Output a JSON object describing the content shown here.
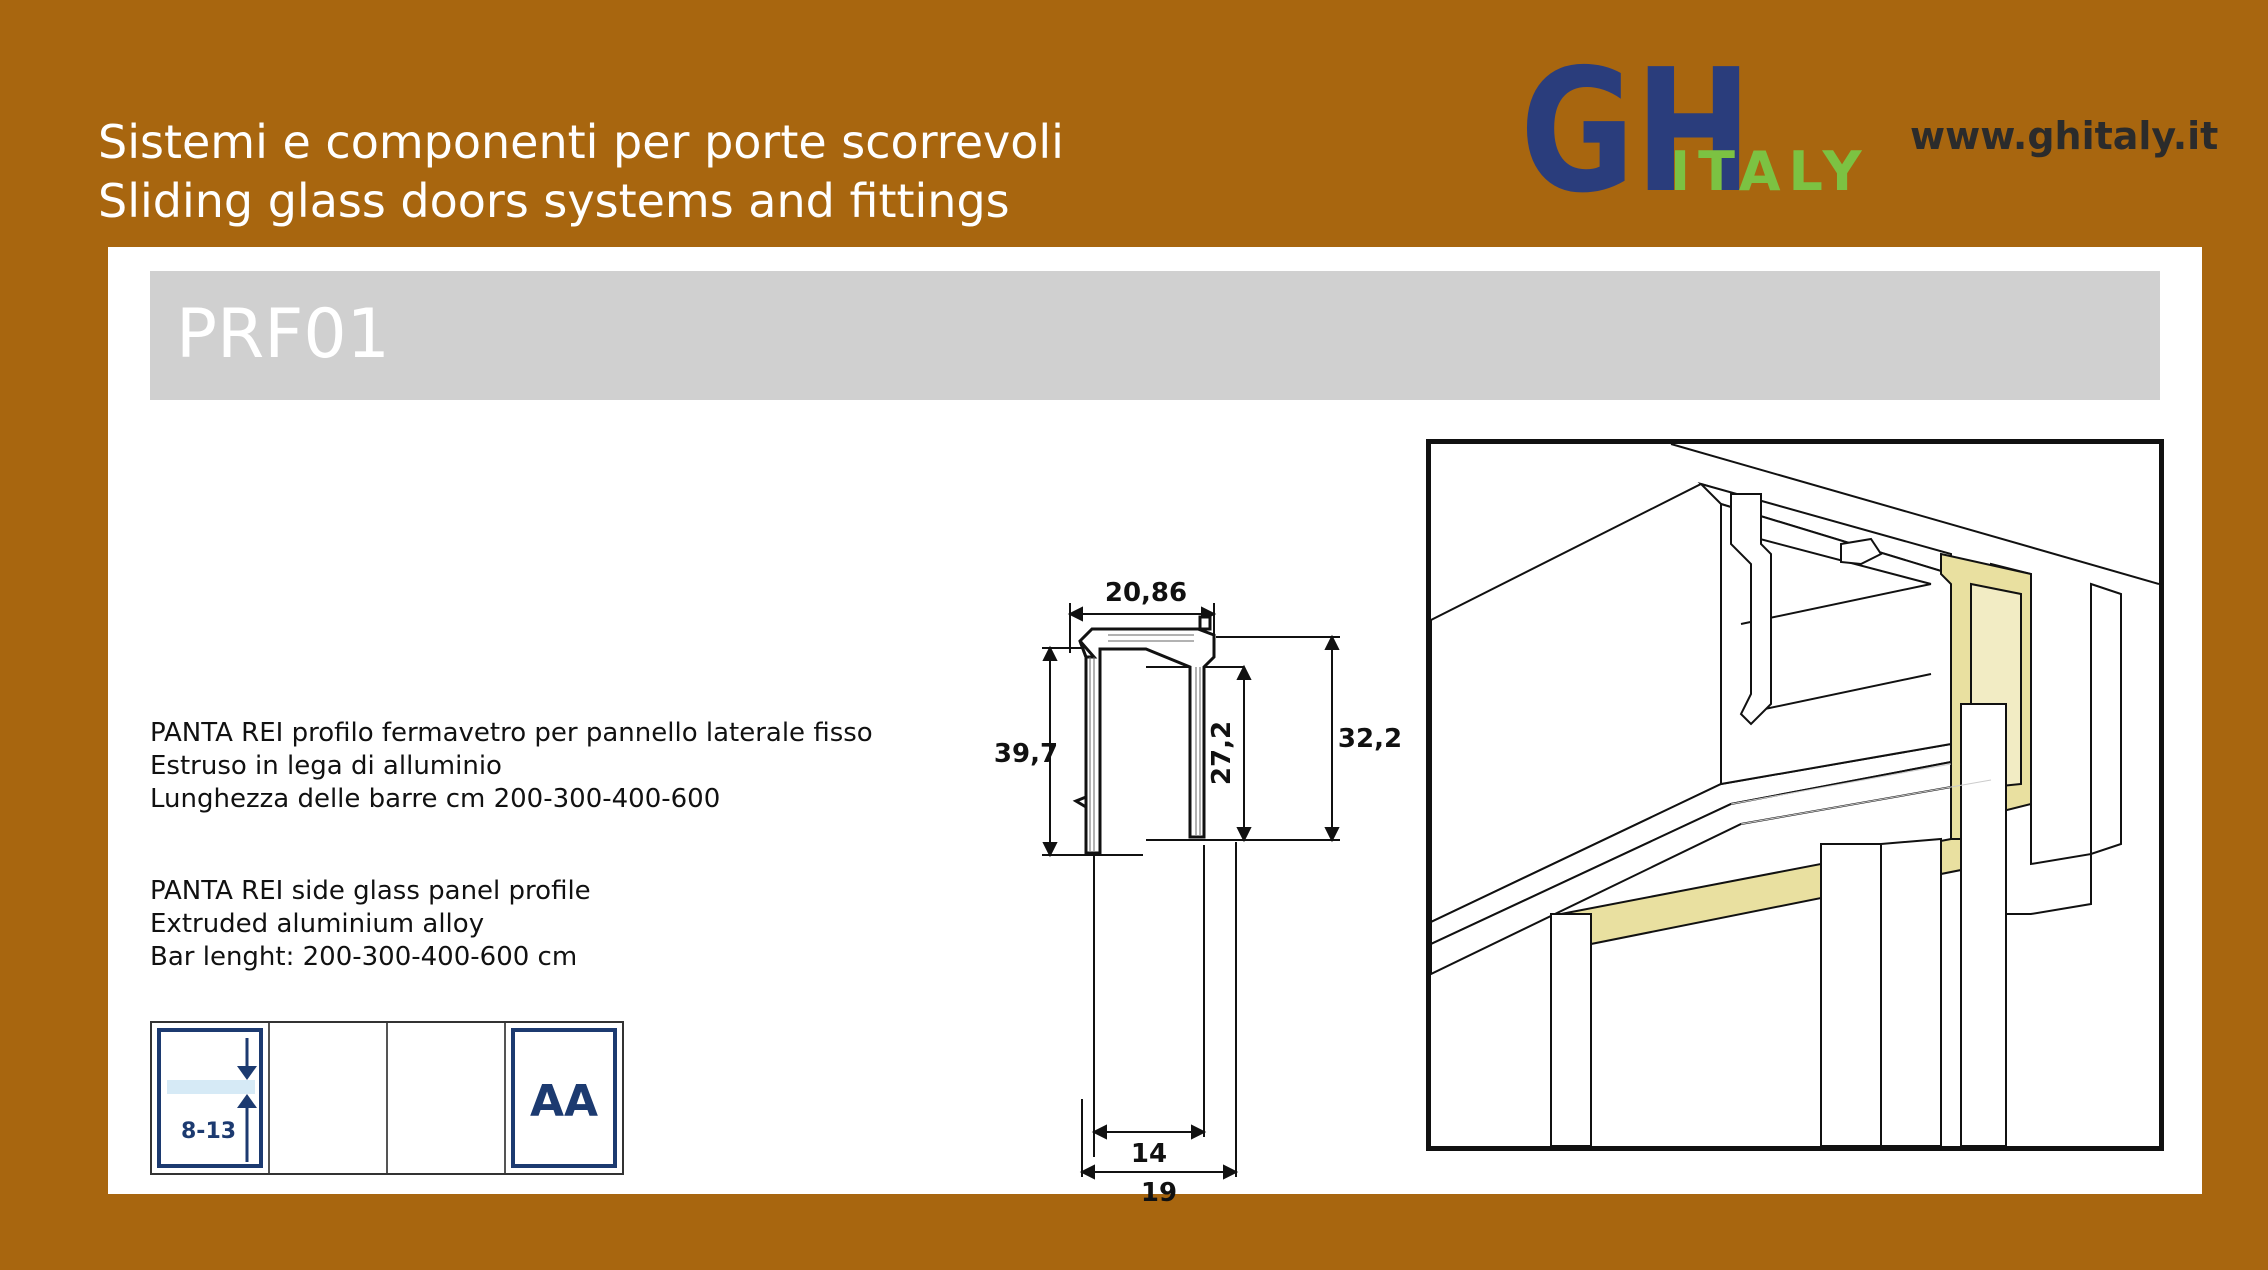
{
  "header": {
    "line1": "Sistemi e componenti per porte scorrevoli",
    "line2": "Sliding glass doors systems and fittings",
    "website": "www.ghitaly.it"
  },
  "logo": {
    "main": "GH",
    "sub": "ITALY",
    "colors": {
      "main": "#2a3d7c",
      "sub": "#7cc242"
    }
  },
  "product": {
    "code": "PRF01"
  },
  "description_it": [
    "PANTA REI profilo fermavetro per pannello laterale fisso",
    "Estruso in lega di alluminio",
    "Lunghezza delle barre cm 200-300-400-600"
  ],
  "description_en": [
    "PANTA REI side glass panel profile",
    "Extruded aluminium alloy",
    "Bar lenght: 200-300-400-600 cm"
  ],
  "dimensions": {
    "top_width": "20,86",
    "total_height": "39,7",
    "inner_height": "27,2",
    "right_height": "32,2",
    "inner_width": "14",
    "bottom_width": "19"
  },
  "icons": {
    "glass_thickness": "8-13",
    "finish": "AA",
    "glass_icon_name": "glass-thickness-icon",
    "finish_icon_name": "anodized-finish-icon"
  },
  "colors": {
    "background": "#a8660f",
    "panel": "#ffffff",
    "title_bar": "#d0d0d0",
    "icon_blue": "#1c3a70",
    "highlight_yellow": "#e9e0a0"
  }
}
